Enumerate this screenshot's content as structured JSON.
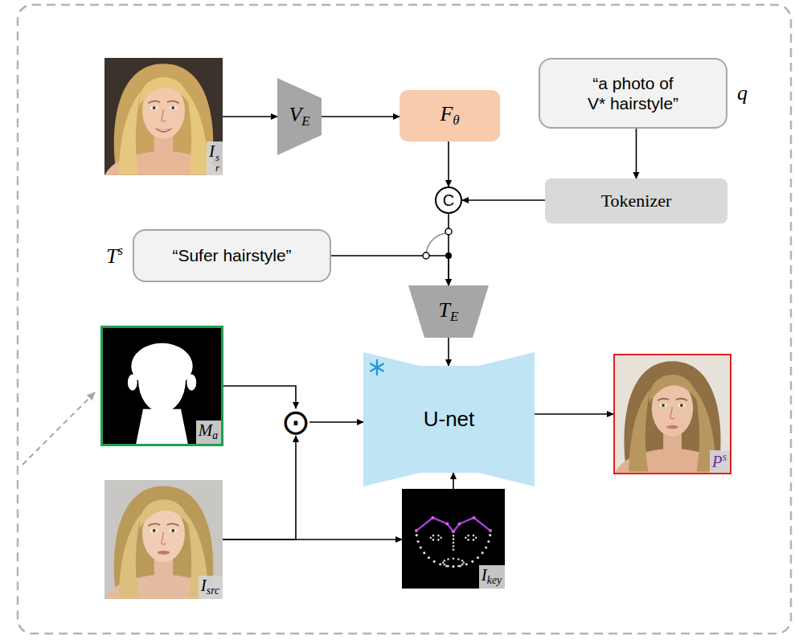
{
  "diagram": {
    "nodes": [
      {
        "text": [
          "I",
          "r",
          "s"
        ]
      },
      {
        "text": [
          "V",
          "E"
        ]
      },
      {
        "text": [
          "F",
          "θ"
        ]
      },
      {
        "text": [
          "“a photo of V* hairstyle”",
          "q"
        ]
      },
      {
        "text": [
          "Tokenizer"
        ]
      },
      {
        "text": [
          "C"
        ]
      },
      {
        "text": [
          "“Sufer hairstyle”",
          "T",
          "s"
        ]
      },
      {
        "text": [
          "T",
          "E"
        ]
      },
      {
        "text": [
          "M",
          "a"
        ]
      },
      {
        "text": [
          "⊙"
        ]
      },
      {
        "text": [
          "U-net"
        ]
      },
      {
        "text": [
          "P",
          "s"
        ]
      },
      {
        "text": [
          "I",
          "src"
        ]
      },
      {
        "text": [
          "I",
          "key"
        ]
      }
    ],
    "edges": [
      {
        "from": 0,
        "to": 1,
        "arrow": "to"
      },
      {
        "from": 1,
        "to": 2,
        "arrow": "to"
      },
      {
        "from": 2,
        "to": 5,
        "arrow": "to"
      },
      {
        "from": 3,
        "to": 4,
        "arrow": "to"
      },
      {
        "from": 4,
        "to": 5,
        "arrow": "to"
      },
      {
        "from": 5,
        "to": 7,
        "arrow": "to"
      },
      {
        "from": 6,
        "to": 7,
        "arrow": "to"
      },
      {
        "from": 8,
        "to": 9,
        "arrow": "to"
      },
      {
        "from": 12,
        "to": 9,
        "arrow": "to"
      },
      {
        "from": 9,
        "to": 10,
        "arrow": "to"
      },
      {
        "from": 7,
        "to": 10,
        "arrow": "to"
      },
      {
        "from": 12,
        "to": 13,
        "arrow": "to"
      },
      {
        "from": 13,
        "to": 10,
        "arrow": "to"
      },
      {
        "from": 10,
        "to": 11,
        "arrow": "to"
      }
    ]
  }
}
